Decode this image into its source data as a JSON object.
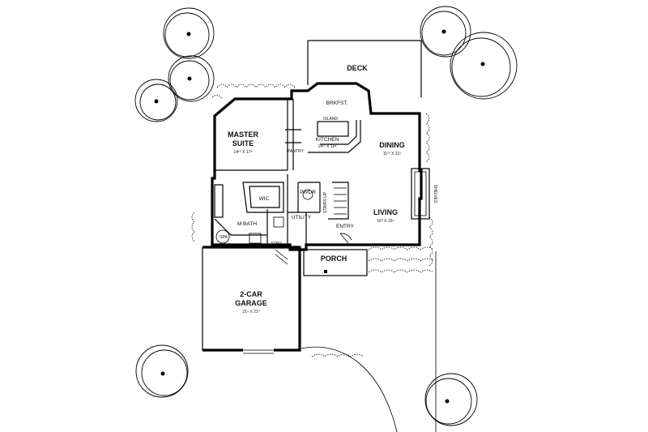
{
  "rooms": {
    "deck": "DECK",
    "brkfst": "BRKFST.",
    "island": "ISLAND",
    "kitchen": "KITCHEN",
    "kitchen_dim": "14¹⁰ X 16⁸",
    "dining": "DINING",
    "dining_dim": "11¹⁰ X 11⁶",
    "master_line1": "MASTER",
    "master_line2": "SUITE",
    "master_dim": "14¹⁰ X 17⁸",
    "pantry": "PANTRY",
    "wic": "WIC",
    "pwdr": "PWDR",
    "stairs_up": "STAIRS UP",
    "living": "LIVING",
    "living_dim": "16⁰ X 15⁶",
    "m_bath": "M BATH",
    "utility": "UTILITY",
    "entry": "ENTRY",
    "spa": "SPA",
    "strg": "STRG.",
    "porch": "PORCH",
    "garage_line1": "2-CAR",
    "garage_line2": "GARAGE",
    "garage_dim": "21⁴ X 21⁰",
    "shelves": "SHELVES"
  }
}
